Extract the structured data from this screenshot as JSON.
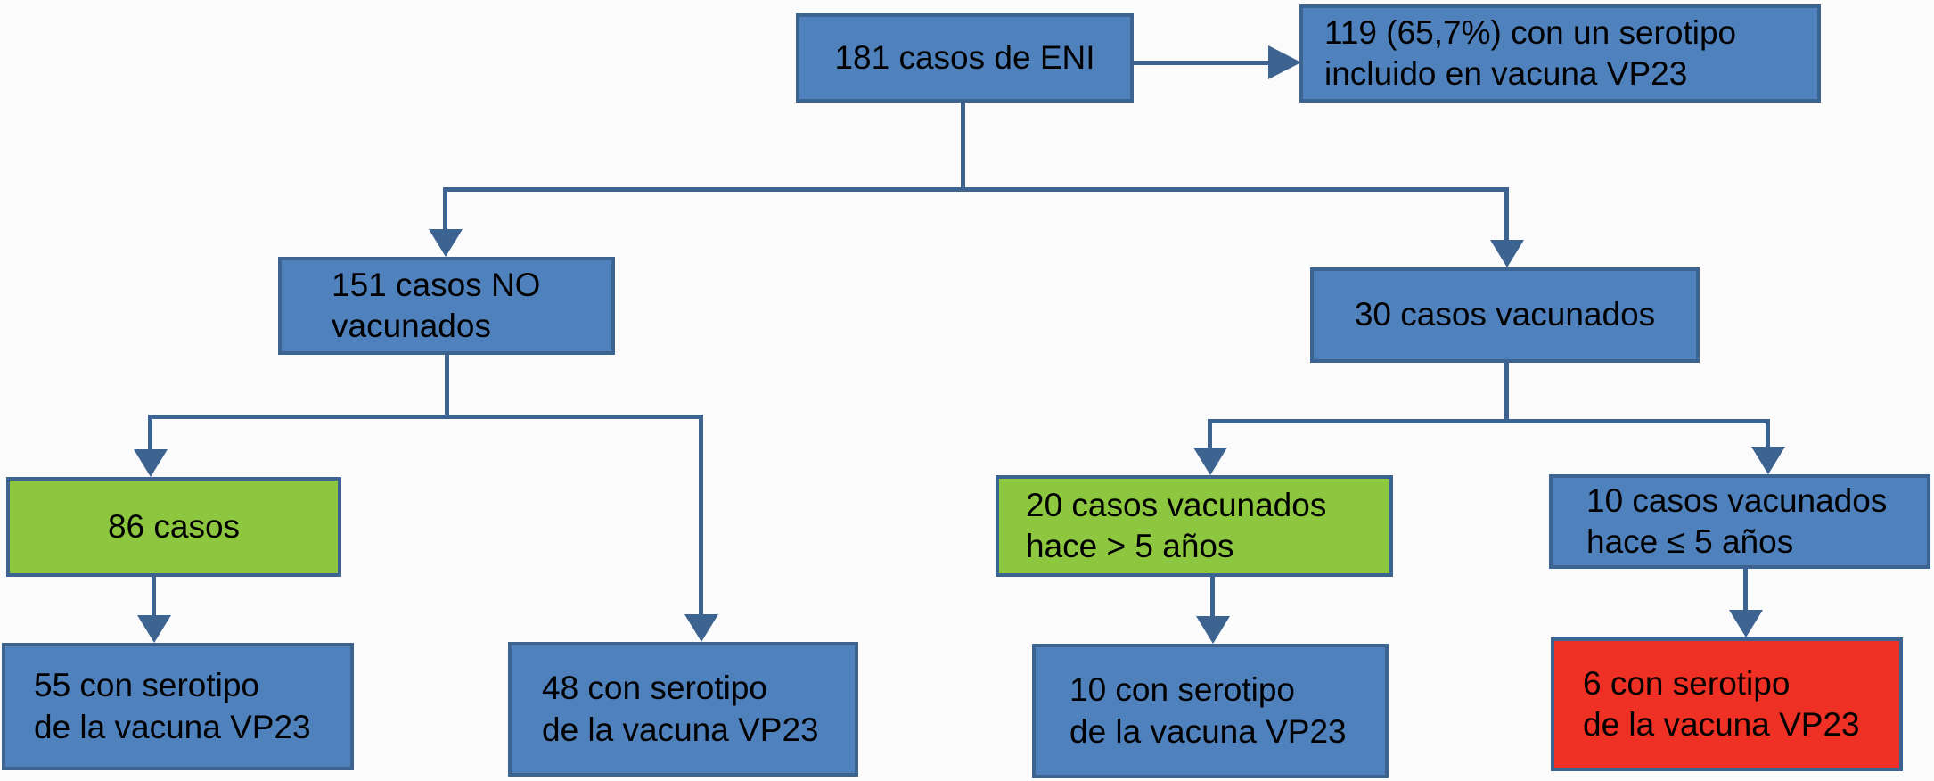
{
  "diagram": {
    "type": "flowchart",
    "language": "es",
    "colors": {
      "box_blue": "#4f81bd",
      "box_green": "#8dc63f",
      "box_red": "#ee3124",
      "border_and_lines": "#3d6391",
      "text": "#000000",
      "background": "#fbfbfb"
    },
    "nodes": {
      "total": {
        "label": "181 casos de ENI",
        "fill": "#4f81bd"
      },
      "serotype_vp23": {
        "label": "119 (65,7%) con un serotipo\nincluido en vacuna VP23",
        "fill": "#4f81bd"
      },
      "not_vaccinated": {
        "label": "151 casos NO\nvacunados",
        "fill": "#4f81bd"
      },
      "vaccinated": {
        "label": "30 casos vacunados",
        "fill": "#4f81bd"
      },
      "cases_86": {
        "label": "86 casos",
        "fill": "#8dc63f"
      },
      "vaccinated_gt5y": {
        "label": "20 casos vacunados\nhace > 5 años",
        "fill": "#8dc63f"
      },
      "vaccinated_le5y": {
        "label": "10 casos vacunados\nhace ≤ 5 años",
        "fill": "#4f81bd"
      },
      "serotype_55": {
        "label": "55 con serotipo\nde la vacuna VP23",
        "fill": "#4f81bd"
      },
      "serotype_48": {
        "label": "48 con serotipo\nde la vacuna VP23",
        "fill": "#4f81bd"
      },
      "serotype_10": {
        "label": "10 con serotipo\nde la vacuna VP23",
        "fill": "#4f81bd"
      },
      "serotype_6": {
        "label": "6 con serotipo\nde la vacuna VP23",
        "fill": "#ee3124"
      }
    },
    "edges": [
      {
        "from": "total",
        "to": "serotype_vp23",
        "direction": "right"
      },
      {
        "from": "total",
        "to": "not_vaccinated",
        "direction": "down"
      },
      {
        "from": "total",
        "to": "vaccinated",
        "direction": "down"
      },
      {
        "from": "not_vaccinated",
        "to": "cases_86",
        "direction": "down"
      },
      {
        "from": "not_vaccinated",
        "to": "serotype_48",
        "direction": "down"
      },
      {
        "from": "cases_86",
        "to": "serotype_55",
        "direction": "down"
      },
      {
        "from": "vaccinated",
        "to": "vaccinated_gt5y",
        "direction": "down"
      },
      {
        "from": "vaccinated",
        "to": "vaccinated_le5y",
        "direction": "down"
      },
      {
        "from": "vaccinated_gt5y",
        "to": "serotype_10",
        "direction": "down"
      },
      {
        "from": "vaccinated_le5y",
        "to": "serotype_6",
        "direction": "down"
      }
    ]
  }
}
